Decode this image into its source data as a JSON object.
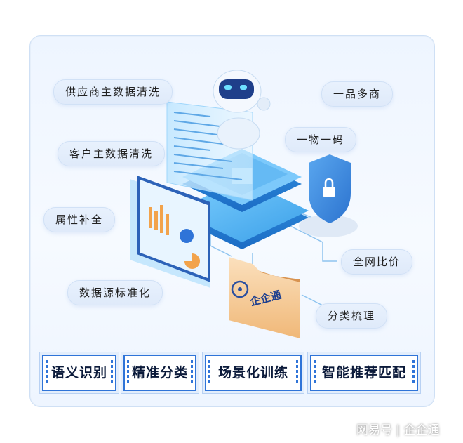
{
  "labels": {
    "left": [
      "供应商主数据清洗",
      "客户主数据清洗",
      "属性补全",
      "数据源标准化"
    ],
    "right": [
      "一品多商",
      "一物一码",
      "全网比价",
      "分类梳理"
    ]
  },
  "folder_label": "企企通",
  "buttons": [
    "语义识别",
    "精准分类",
    "场景化训练",
    "智能推荐匹配"
  ],
  "watermark": "网易号 | 企企通",
  "colors": {
    "accent": "#2f74d8",
    "server": "#4aa6ee",
    "folder": "#f4c48e",
    "shield": "#3d86d8"
  },
  "icons": [
    "robot-icon",
    "server-icon",
    "chart-panel-icon",
    "shield-lock-icon",
    "folder-icon"
  ]
}
